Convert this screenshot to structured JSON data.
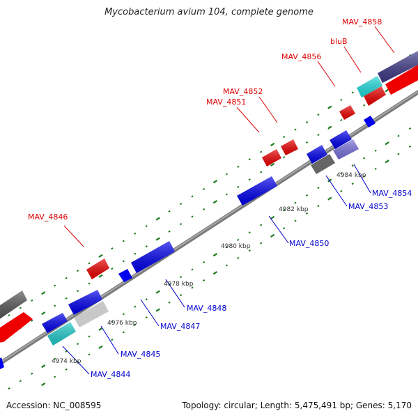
{
  "header": {
    "title": "Mycobacterium avium 104, complete genome"
  },
  "footer": {
    "accession": "Accession: NC_008595",
    "summary": "Topology: circular; Length: 5,475,491 bp; Genes: 5,170"
  },
  "colors": {
    "backbone": "#8c8c8c",
    "forward_label": "#dd0000",
    "reverse_label": "#0000cc",
    "tick": "#1a7a1a",
    "scale_text": "#333333"
  },
  "scale_labels": [
    "4974 kbp",
    "4976 kbp",
    "4978 kbp",
    "4980 kbp",
    "4982 kbp",
    "4984 kbp"
  ],
  "forward_gene_labels": [
    "MAV_4846",
    "MAV_4851",
    "MAV_4852",
    "MAV_4856",
    "bluB",
    "MAV_4858"
  ],
  "reverse_gene_labels": [
    "MAV_4844",
    "MAV_4845",
    "MAV_4847",
    "MAV_4848",
    "MAV_4850",
    "MAV_4853",
    "MAV_4854"
  ]
}
